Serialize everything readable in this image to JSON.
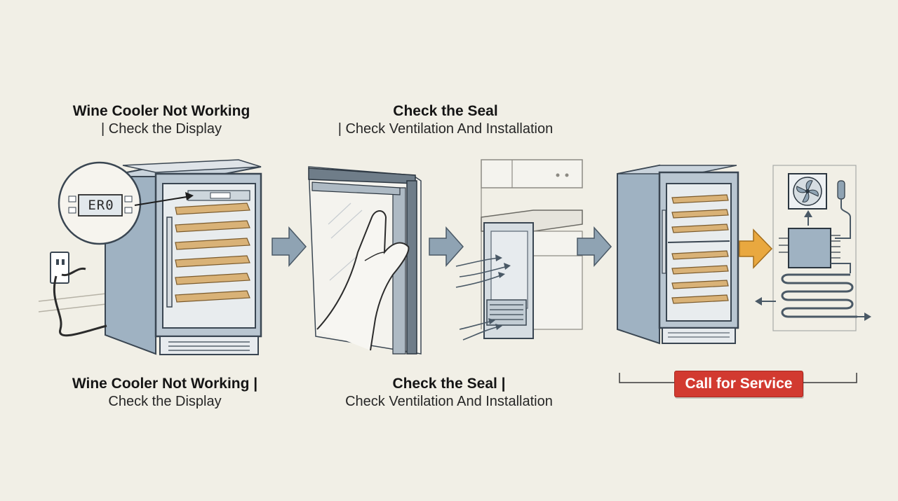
{
  "steps": [
    {
      "top_title": "Wine Cooler Not Working",
      "top_subtitle": "| Check the Display",
      "bottom_title": "Wine Cooler Not Working |",
      "bottom_subtitle": "Check the Display"
    },
    {
      "top_title": "Check the Seal",
      "top_subtitle": "| Check Ventilation And Installation",
      "bottom_title": "Check the Seal |",
      "bottom_subtitle": "Check Ventilation And Installation"
    }
  ],
  "display_code": "ER0",
  "service_label": "Call for Service",
  "colors": {
    "background": "#f1efe6",
    "appliance_steel": "#9fb2c2",
    "flow_arrow": "#8fa3b3",
    "service_arrow": "#e9a83f",
    "shelf_wood": "#d9b277",
    "service_button": "#d23a30"
  },
  "icons": [
    "display-panel-icon",
    "power-outlet-icon",
    "fan-icon",
    "compressor-icon",
    "condenser-coil-icon"
  ]
}
